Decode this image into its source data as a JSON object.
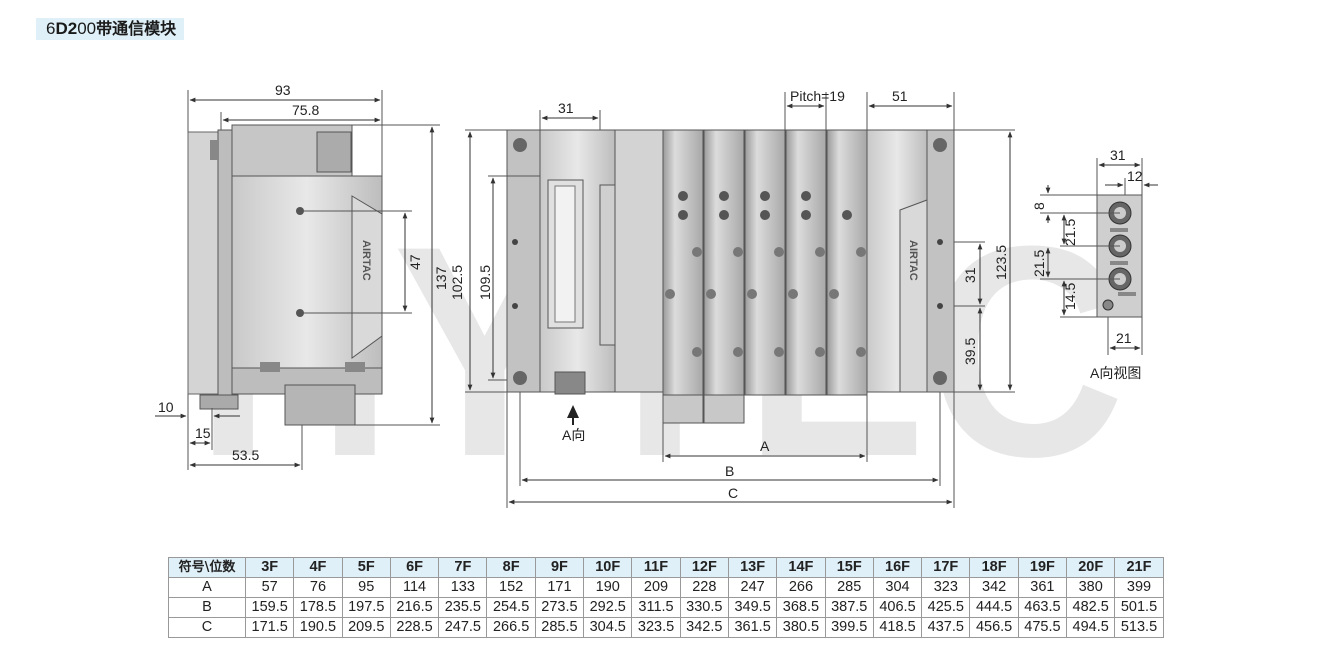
{
  "title": {
    "prefix": "6",
    "bold": "D2",
    "suffix": "00",
    "cn": "带通信模块"
  },
  "watermark": "HYTEC",
  "brand": "AIRTAC",
  "dims": {
    "w93": "93",
    "w75_8": "75.8",
    "h47": "47",
    "h137": "137",
    "w10": "10",
    "w15": "15",
    "w53_5": "53.5",
    "w31": "31",
    "pitch": "Pitch=19",
    "w51": "51",
    "h102_5": "102.5",
    "h109_5": "109.5",
    "h123_5": "123.5",
    "h31": "31",
    "h39_5": "39.5",
    "dimA": "A",
    "dimB": "B",
    "dimC": "C",
    "arrowA": "A向",
    "r31": "31",
    "r12": "12",
    "r8": "8",
    "r21_5a": "21.5",
    "r21_5b": "21.5",
    "r14_5": "14.5",
    "r21": "21",
    "viewA": "A向视图"
  },
  "table": {
    "corner": "符号\\位数",
    "columns": [
      "3F",
      "4F",
      "5F",
      "6F",
      "7F",
      "8F",
      "9F",
      "10F",
      "11F",
      "12F",
      "13F",
      "14F",
      "15F",
      "16F",
      "17F",
      "18F",
      "19F",
      "20F",
      "21F"
    ],
    "rows": [
      {
        "label": "A",
        "values": [
          "57",
          "76",
          "95",
          "114",
          "133",
          "152",
          "171",
          "190",
          "209",
          "228",
          "247",
          "266",
          "285",
          "304",
          "323",
          "342",
          "361",
          "380",
          "399"
        ]
      },
      {
        "label": "B",
        "values": [
          "159.5",
          "178.5",
          "197.5",
          "216.5",
          "235.5",
          "254.5",
          "273.5",
          "292.5",
          "311.5",
          "330.5",
          "349.5",
          "368.5",
          "387.5",
          "406.5",
          "425.5",
          "444.5",
          "463.5",
          "482.5",
          "501.5"
        ]
      },
      {
        "label": "C",
        "values": [
          "171.5",
          "190.5",
          "209.5",
          "228.5",
          "247.5",
          "266.5",
          "285.5",
          "304.5",
          "323.5",
          "342.5",
          "361.5",
          "380.5",
          "399.5",
          "418.5",
          "437.5",
          "456.5",
          "475.5",
          "494.5",
          "513.5"
        ]
      }
    ]
  }
}
